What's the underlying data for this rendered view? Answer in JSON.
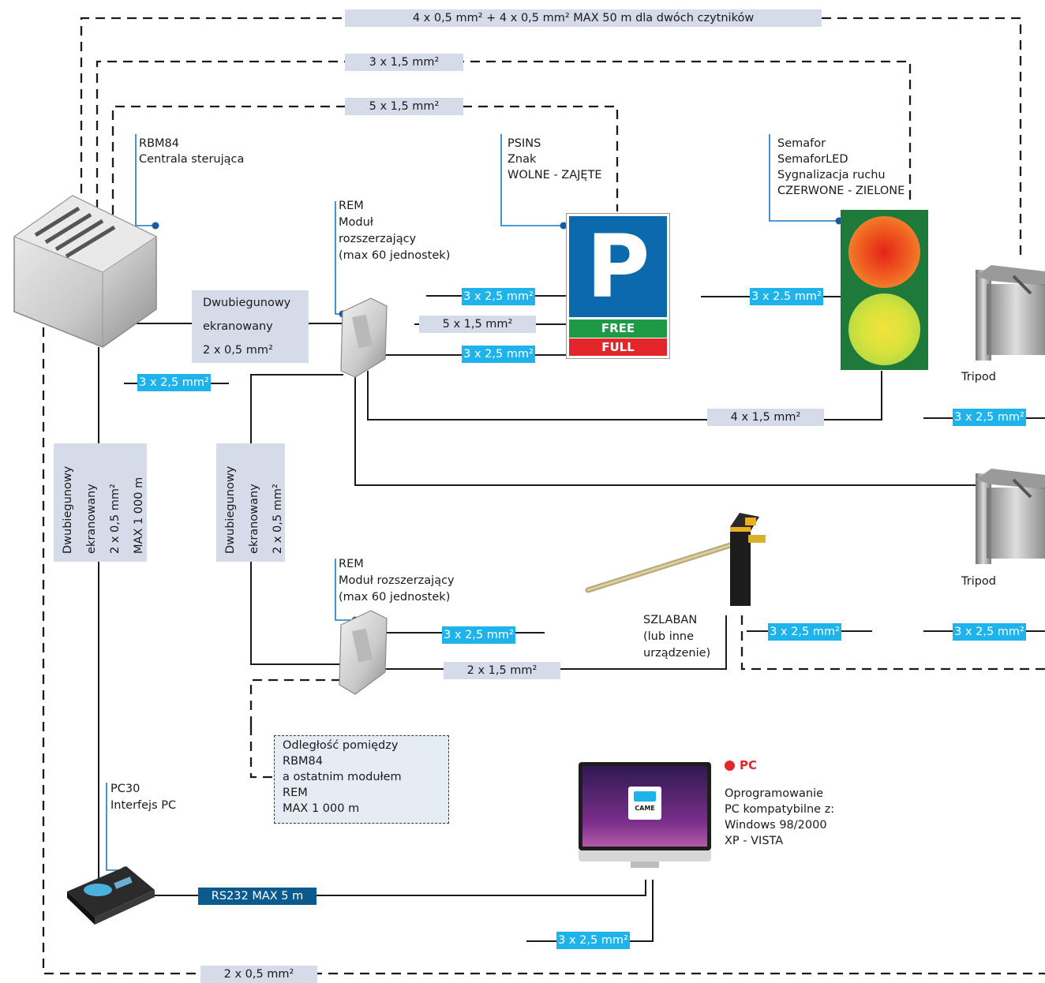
{
  "labels": {
    "rbm84_line1": "RBM84",
    "rbm84_line2": "Centrala sterująca",
    "rem1_line1": "REM",
    "rem1_line2": "Moduł",
    "rem1_line3": "rozszerzający",
    "rem1_line4": "(max 60 jednostek)",
    "psins_line1": "PSINS",
    "psins_line2": "Znak",
    "psins_line3": "WOLNE - ZAJĘTE",
    "semafor_line1": "Semafor",
    "semafor_line2": "SemaforLED",
    "semafor_line3": "Sygnalizacja ruchu",
    "semafor_line4": "CZERWONE - ZIELONE",
    "rem2_line1": "REM",
    "rem2_line2": "Moduł rozszerzający",
    "rem2_line3": "(max 60 jednostek)",
    "szlaban_line1": "SZLABAN",
    "szlaban_line2": "(lub inne",
    "szlaban_line3": "urządzenie)",
    "tripod1": "Tripod",
    "tripod2": "Tripod",
    "pc30_line1": "PC30",
    "pc30_line2": "Interfejs PC",
    "pc_title": "PC",
    "pc_sw_line1": "Oprogramowanie",
    "pc_sw_line2": "PC kompatybilne z:",
    "pc_sw_line3": "Windows 98/2000",
    "pc_sw_line4": "XP - VISTA"
  },
  "note": {
    "line1": "Odległość pomiędzy",
    "line2": "RBM84",
    "line3": "a ostatnim modułem",
    "line4": "REM",
    "line5": "MAX 1 000 m"
  },
  "sign": {
    "letter": "P",
    "free": "FREE",
    "full": "FULL"
  },
  "logo": {
    "text": "CAME"
  },
  "cables": {
    "top_main": "4 x 0,5 mm² + 4 x 0,5 mm² MAX 50 m dla dwóch czytników",
    "top_2": "3 x 1,5 mm²",
    "top_3": "5 x 1,5 mm²",
    "sign_in_1": "3 x 2,5 mm²",
    "sign_in_2": "5 x 1,5 mm²",
    "sign_in_3": "3 x 2,5 mm²",
    "semafor_in": "3 x 2.5 mm²",
    "rbm_power": "3 x 2,5 mm²",
    "semafor_rem": "4 x 1,5 mm²",
    "tripod1_power": "3 x 2,5 mm²",
    "rem2_power": "3 x 2,5 mm²",
    "rem2_szlaban": "2 x 1,5 mm²",
    "szlaban_power": "3 x 2,5 mm²",
    "tripod2_power": "3 x 2,5 mm²",
    "rs232": "RS232 MAX 5 m",
    "pc_power": "3 x 2,5 mm²",
    "bottom": "2 x 0,5 mm²"
  },
  "bus_box": {
    "line1": "Dwubiegunowy",
    "line2": "ekranowany",
    "line3": "2 x 0,5 mm²"
  },
  "vbox_left": {
    "line1": "Dwubiegunowy",
    "line2": "ekranowany",
    "line3": "2 x 0,5 mm²",
    "line4": "MAX 1 000 m"
  },
  "vbox_mid": {
    "line1": "Dwubiegunowy",
    "line2": "ekranowany",
    "line3": "2 x 0,5 mm²"
  },
  "colors": {
    "tag_grey": "#d6dbea",
    "tag_cyan": "#1eb3ea",
    "tag_navy": "#0b5a8e",
    "sign_blue": "#0b69ac",
    "sign_green": "#1e9a46",
    "sign_red": "#e3262a",
    "leader_blue": "#1a78c2",
    "traffic_body": "#1e7a3a"
  }
}
